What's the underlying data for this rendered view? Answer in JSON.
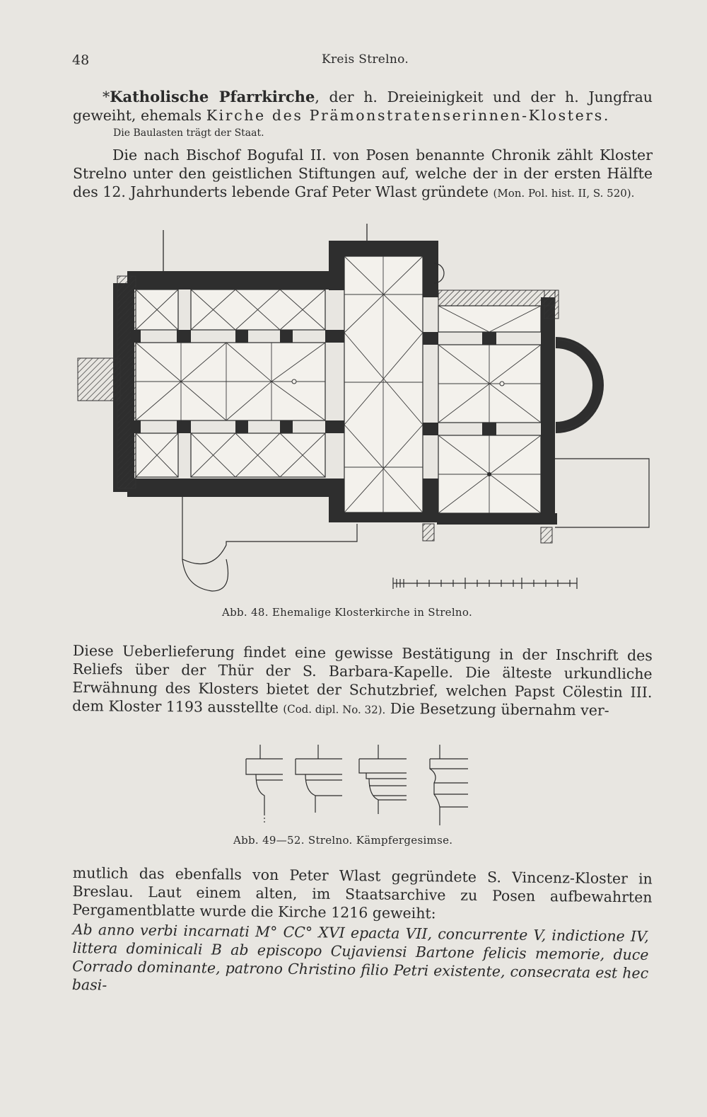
{
  "header": {
    "page_number": "48",
    "running_title": "Kreis Strelno."
  },
  "section": {
    "heading_mark": "*",
    "heading": "Katholische Pfarrkirche",
    "heading_rest_1": ", der h. Dreieinigkeit und der h. Jungfrau geweiht, ehemals ",
    "heading_rest_2": "Kirche des Prämonstratenserinnen-Klosters.",
    "note": "Die Baulasten trägt der Staat.",
    "p2_text": "Die nach Bischof Bogufal II. von Posen benannte Chronik zählt Kloster Strelno unter den geistlichen Stiftungen auf, welche der in der ersten Hälfte des 12. Jahrhunderts lebende Graf Peter Wlast gründete ",
    "p2_ref": "(Mon. Pol. hist. II, S. 520)."
  },
  "figure48": {
    "caption": "Abb. 48.  Ehemalige Klosterkirche in Strelno."
  },
  "paragraph3": {
    "text": "Diese Ueberlieferung findet eine gewisse Bestätigung in der Inschrift des Reliefs über der Thür der S. Barbara-Kapelle. Die älteste urkundliche Erwähnung des Klosters bietet der Schutzbrief, welchen Papst Cölestin III. dem Kloster 1193 ausstellte ",
    "ref": "(Cod. dipl. No. 32).",
    "tail": " Die Besetzung übernahm ver-"
  },
  "figure49": {
    "caption": "Abb. 49—52.  Strelno.  Kämpfergesimse."
  },
  "paragraph4": {
    "text": "mutlich das ebenfalls von Peter Wlast gegründete S. Vincenz-Kloster in Breslau. Laut einem alten, im Staatsarchive zu Posen aufbewahrten Pergamentblatte wurde die Kirche 1216 geweiht:"
  },
  "latin": {
    "text": "Ab anno verbi incarnati M° CC° XVI epacta VII, concurrente V, indictione IV, littera dominicali B ab episcopo Cujaviensi Bartone felicis memorie, duce Corrado dominante, patrono Christino filio Petri existente, consecrata est hec basi-"
  }
}
